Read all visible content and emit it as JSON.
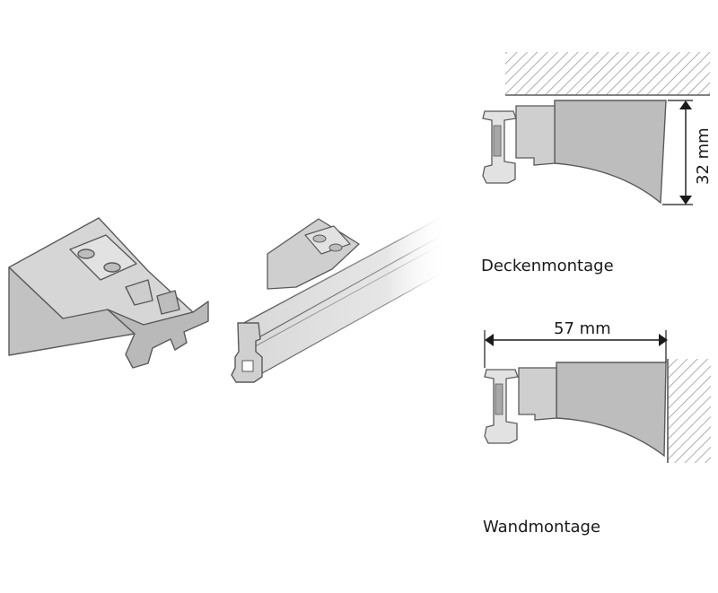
{
  "diagram": {
    "ceiling_mount": {
      "label": "Deckenmontage",
      "dimension_label": "32 mm"
    },
    "wall_mount": {
      "label": "Wandmontage",
      "dimension_label": "57 mm"
    }
  },
  "colors": {
    "bracket_light": "#d9d9d9",
    "bracket_mid": "#c4c4c4",
    "bracket_dark": "#a8a8a8",
    "outline": "#5a5a5a",
    "hatch": "#9a9a9a",
    "text": "#1a1a1a"
  }
}
